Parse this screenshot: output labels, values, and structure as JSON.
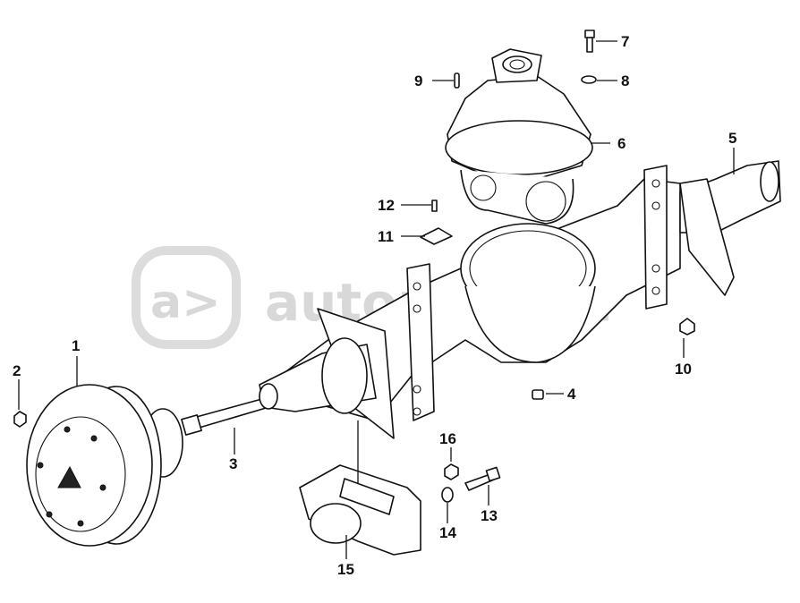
{
  "watermark": {
    "text": "autopiter.ru",
    "logo": "a>"
  },
  "callouts": [
    {
      "id": "1",
      "text": "1"
    },
    {
      "id": "2",
      "text": "2"
    },
    {
      "id": "3",
      "text": "3"
    },
    {
      "id": "4",
      "text": "4"
    },
    {
      "id": "5",
      "text": "5"
    },
    {
      "id": "6",
      "text": "6"
    },
    {
      "id": "7",
      "text": "7"
    },
    {
      "id": "8",
      "text": "8"
    },
    {
      "id": "9",
      "text": "9"
    },
    {
      "id": "10",
      "text": "10"
    },
    {
      "id": "11",
      "text": "11"
    },
    {
      "id": "12",
      "text": "12"
    },
    {
      "id": "13",
      "text": "13"
    },
    {
      "id": "14",
      "text": "14"
    },
    {
      "id": "15",
      "text": "15"
    },
    {
      "id": "16",
      "text": "16"
    }
  ]
}
